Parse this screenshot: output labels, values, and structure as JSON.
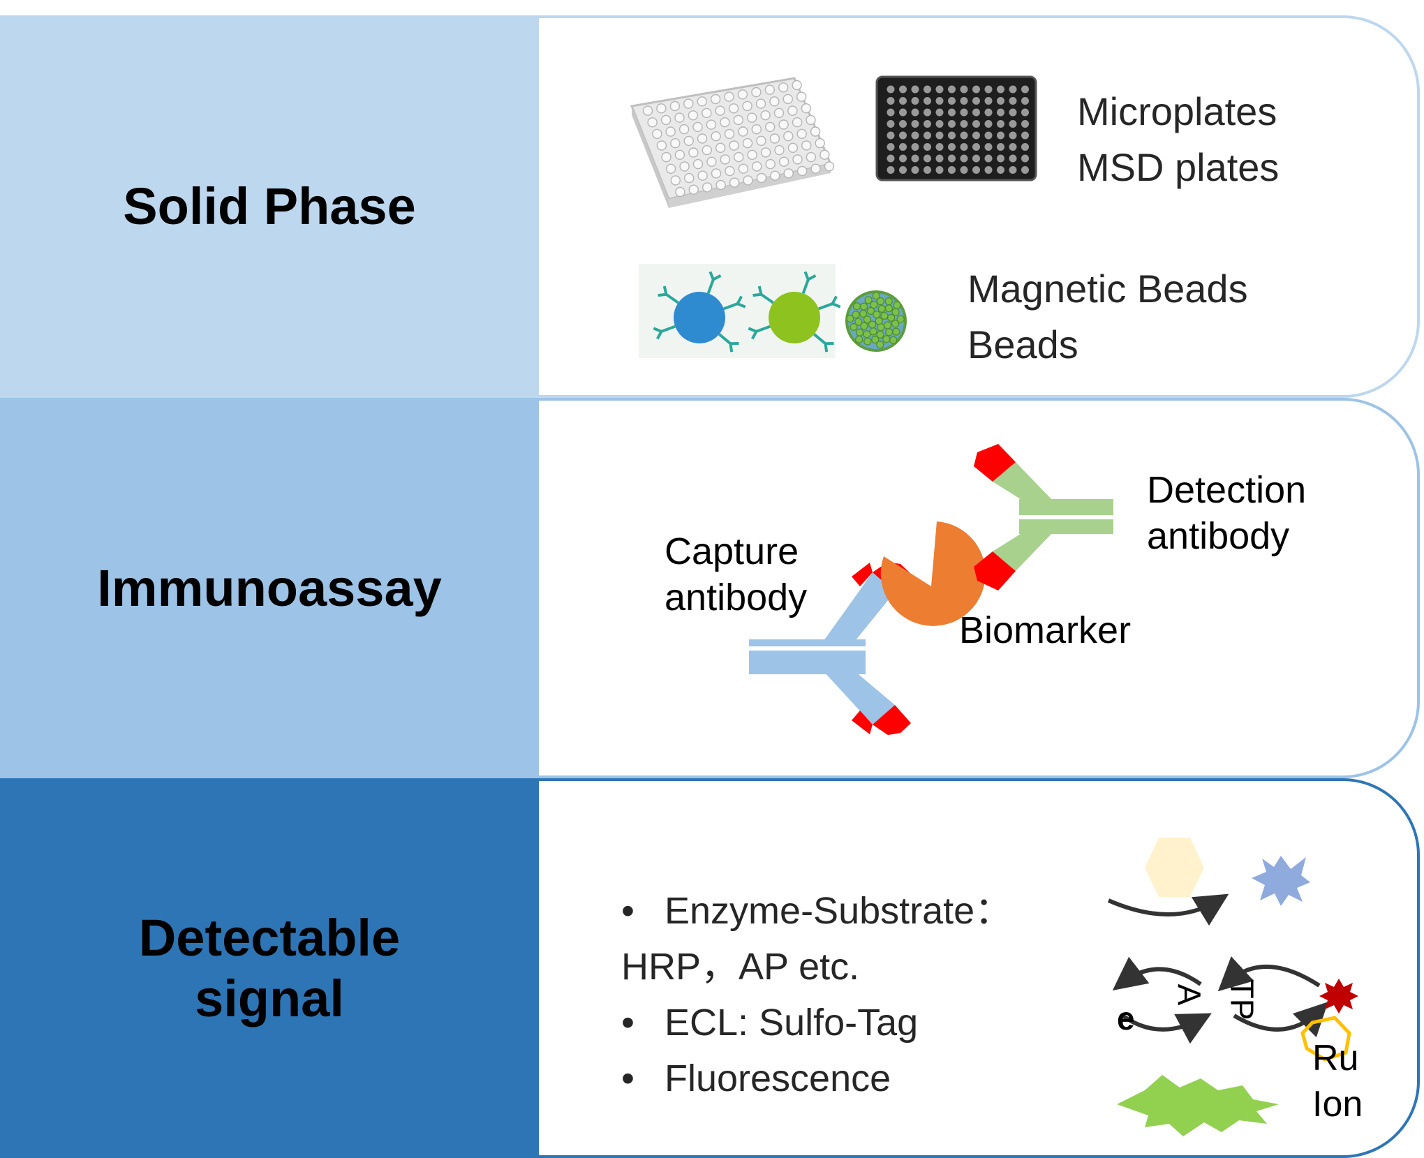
{
  "colors": {
    "solid_phase_band": "#BDD7EE",
    "immunoassay_band": "#9DC3E6",
    "signal_band": "#2E75B6",
    "panel_border_light": "#BDD7EE",
    "panel_border_mid": "#9DC3E6",
    "panel_border_dark": "#2E75B6",
    "capture_antibody": "#9DC3E6",
    "detection_antibody": "#A9D18E",
    "antibody_tip": "#FF0000",
    "biomarker": "#ED7D31",
    "bead_blue": "#2E8BCF",
    "bead_green": "#8DC21F",
    "substrate_hexagon": "#FFF2CC",
    "product_burst": "#8FAADC",
    "ecl_star": "#C00000",
    "ru_ring": "#FFC000",
    "fluorescence_burst": "#92D050"
  },
  "sections": {
    "solid_phase": {
      "title": "Solid Phase",
      "plate_label": "Microplates\nMSD plates",
      "bead_label": "Magnetic Beads\nBeads"
    },
    "immunoassay": {
      "title": "Immunoassay",
      "capture_label": "Capture\nantibody",
      "detection_label": "Detection\nantibody",
      "biomarker_label": "Biomarker"
    },
    "detectable_signal": {
      "title": "Detectable\nsignal",
      "bullets": [
        {
          "bullet": "•",
          "text": "Enzyme-Substrate："
        },
        {
          "bullet": "",
          "text": "HRP，AP etc."
        },
        {
          "bullet": "•",
          "text": "ECL: Sulfo-Tag"
        },
        {
          "bullet": "•",
          "text": "Fluorescence"
        }
      ],
      "ecl_fragments": {
        "e": "e",
        "a": "A",
        "tp": "TP",
        "ru_ion": "Ru\nIon"
      }
    }
  },
  "icons": {
    "white_plate": "white-microplate-icon",
    "black_plate": "black-msd-plate-icon",
    "blue_bead": "blue-antibody-bead-icon",
    "green_bead": "green-antibody-bead-icon",
    "coated_bead": "coated-bead-icon"
  }
}
